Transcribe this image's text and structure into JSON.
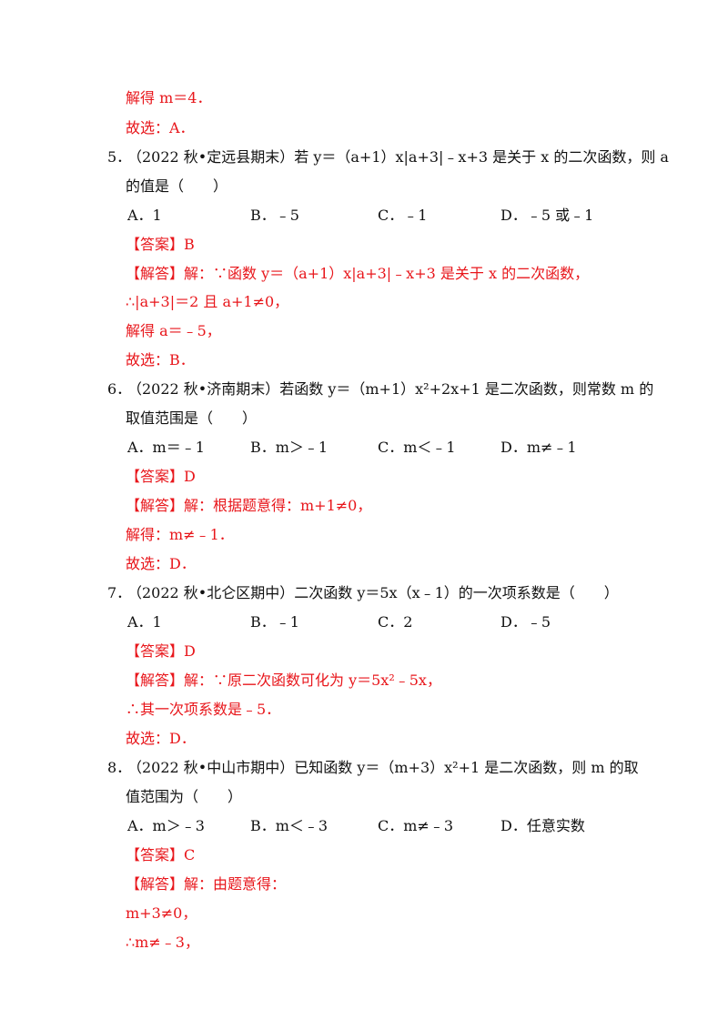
{
  "prev": {
    "solve": "解得 m＝4．",
    "choose": "故选：A．"
  },
  "questions": [
    {
      "number": "5．",
      "stem_line1": "（2022 秋•定远县期末）若 y＝（a+1）x|a+3|﹣x+3 是关于 x 的二次函数，则 a",
      "stem_line2": "的值是（　　）",
      "options": [
        "A．1",
        "B．﹣5",
        "C．﹣1",
        "D．﹣5 或﹣1"
      ],
      "answer": "【答案】B",
      "solution": [
        "【解答】解：∵函数 y＝（a+1）x|a+3|﹣x+3 是关于 x 的二次函数，",
        "∴|a+3|＝2 且 a+1≠0，",
        "解得 a＝﹣5，",
        "故选：B．"
      ]
    },
    {
      "number": "6．",
      "stem_line1": "（2022 秋•济南期末）若函数 y＝（m+1）x²+2x+1 是二次函数，则常数 m 的",
      "stem_line2": "取值范围是（　　）",
      "options": [
        "A．m＝﹣1",
        "B．m＞﹣1",
        "C．m＜﹣1",
        "D．m≠﹣1"
      ],
      "answer": "【答案】D",
      "solution": [
        "【解答】解：根据题意得：m+1≠0，",
        "解得：m≠﹣1．",
        "故选：D．"
      ]
    },
    {
      "number": "7．",
      "stem_line1": "（2022 秋•北仑区期中）二次函数 y＝5x（x﹣1）的一次项系数是（　　）",
      "stem_line2": "",
      "options": [
        "A．1",
        "B．﹣1",
        "C．2",
        "D．﹣5"
      ],
      "answer": "【答案】D",
      "solution": [
        "【解答】解：∵原二次函数可化为 y＝5x²﹣5x，",
        "∴其一次项系数是﹣5．",
        "故选：D．"
      ]
    },
    {
      "number": "8．",
      "stem_line1": "（2022 秋•中山市期中）已知函数 y＝（m+3）x²+1 是二次函数，则 m 的取",
      "stem_line2": "值范围为（　　）",
      "options": [
        "A．m＞﹣3",
        "B．m＜﹣3",
        "C．m≠﹣3",
        "D．任意实数"
      ],
      "answer": "【答案】C",
      "solution": [
        "【解答】解：由题意得：",
        "m+3≠0，",
        "∴m≠﹣3，"
      ]
    }
  ]
}
